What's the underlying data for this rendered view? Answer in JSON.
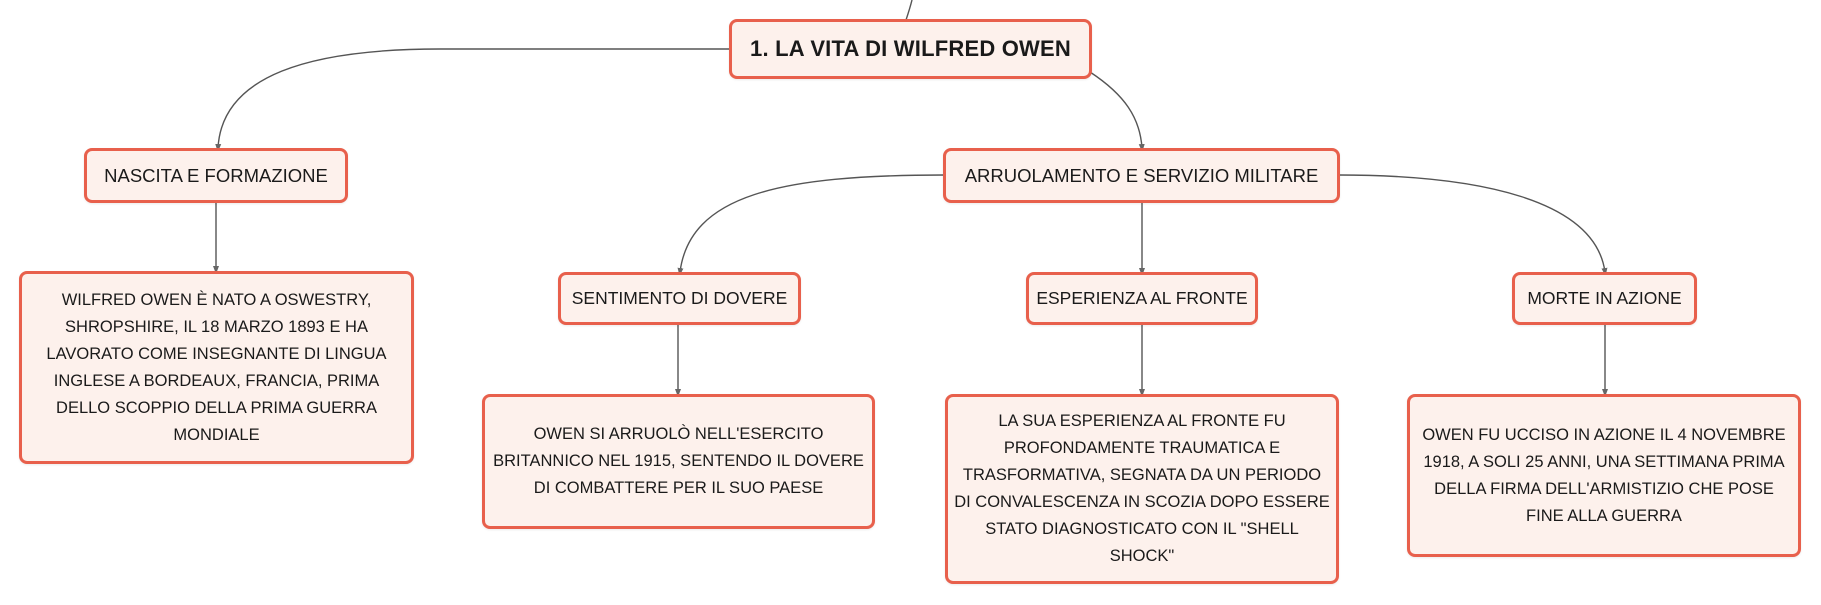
{
  "root": {
    "label": "1. LA VITA DI WILFRED OWEN"
  },
  "branches": {
    "nascita": {
      "label": "NASCITA E FORMAZIONE",
      "detail": "WILFRED OWEN È NATO A OSWESTRY, SHROPSHIRE, IL 18 MARZO 1893 E HA LAVORATO COME INSEGNANTE DI LINGUA INGLESE A BORDEAUX, FRANCIA, PRIMA DELLO SCOPPIO DELLA PRIMA GUERRA MONDIALE"
    },
    "arruolamento": {
      "label": "ARRUOLAMENTO E SERVIZIO MILITARE",
      "children": {
        "dovere": {
          "label": "SENTIMENTO DI DOVERE",
          "detail": "OWEN SI ARRUOLÒ NELL'ESERCITO BRITANNICO NEL 1915, SENTENDO IL DOVERE DI COMBATTERE PER IL SUO PAESE"
        },
        "fronte": {
          "label": "ESPERIENZA AL FRONTE",
          "detail": "LA SUA ESPERIENZA AL FRONTE FU PROFONDAMENTE TRAUMATICA E TRASFORMATIVA, SEGNATA DA UN PERIODO DI CONVALESCENZA IN SCOZIA DOPO ESSERE STATO DIAGNOSTICATO CON IL \"SHELL SHOCK\""
        },
        "morte": {
          "label": "MORTE IN AZIONE",
          "detail": "OWEN FU UCCISO IN AZIONE IL 4 NOVEMBRE 1918, A SOLI 25 ANNI, UNA SETTIMANA PRIMA DELLA FIRMA DELL'ARMISTIZIO CHE POSE FINE ALLA GUERRA"
        }
      }
    }
  },
  "colors": {
    "border": "#e8604c",
    "fill": "#fdf1ec",
    "line": "#555555",
    "text": "#1a1a1a"
  }
}
